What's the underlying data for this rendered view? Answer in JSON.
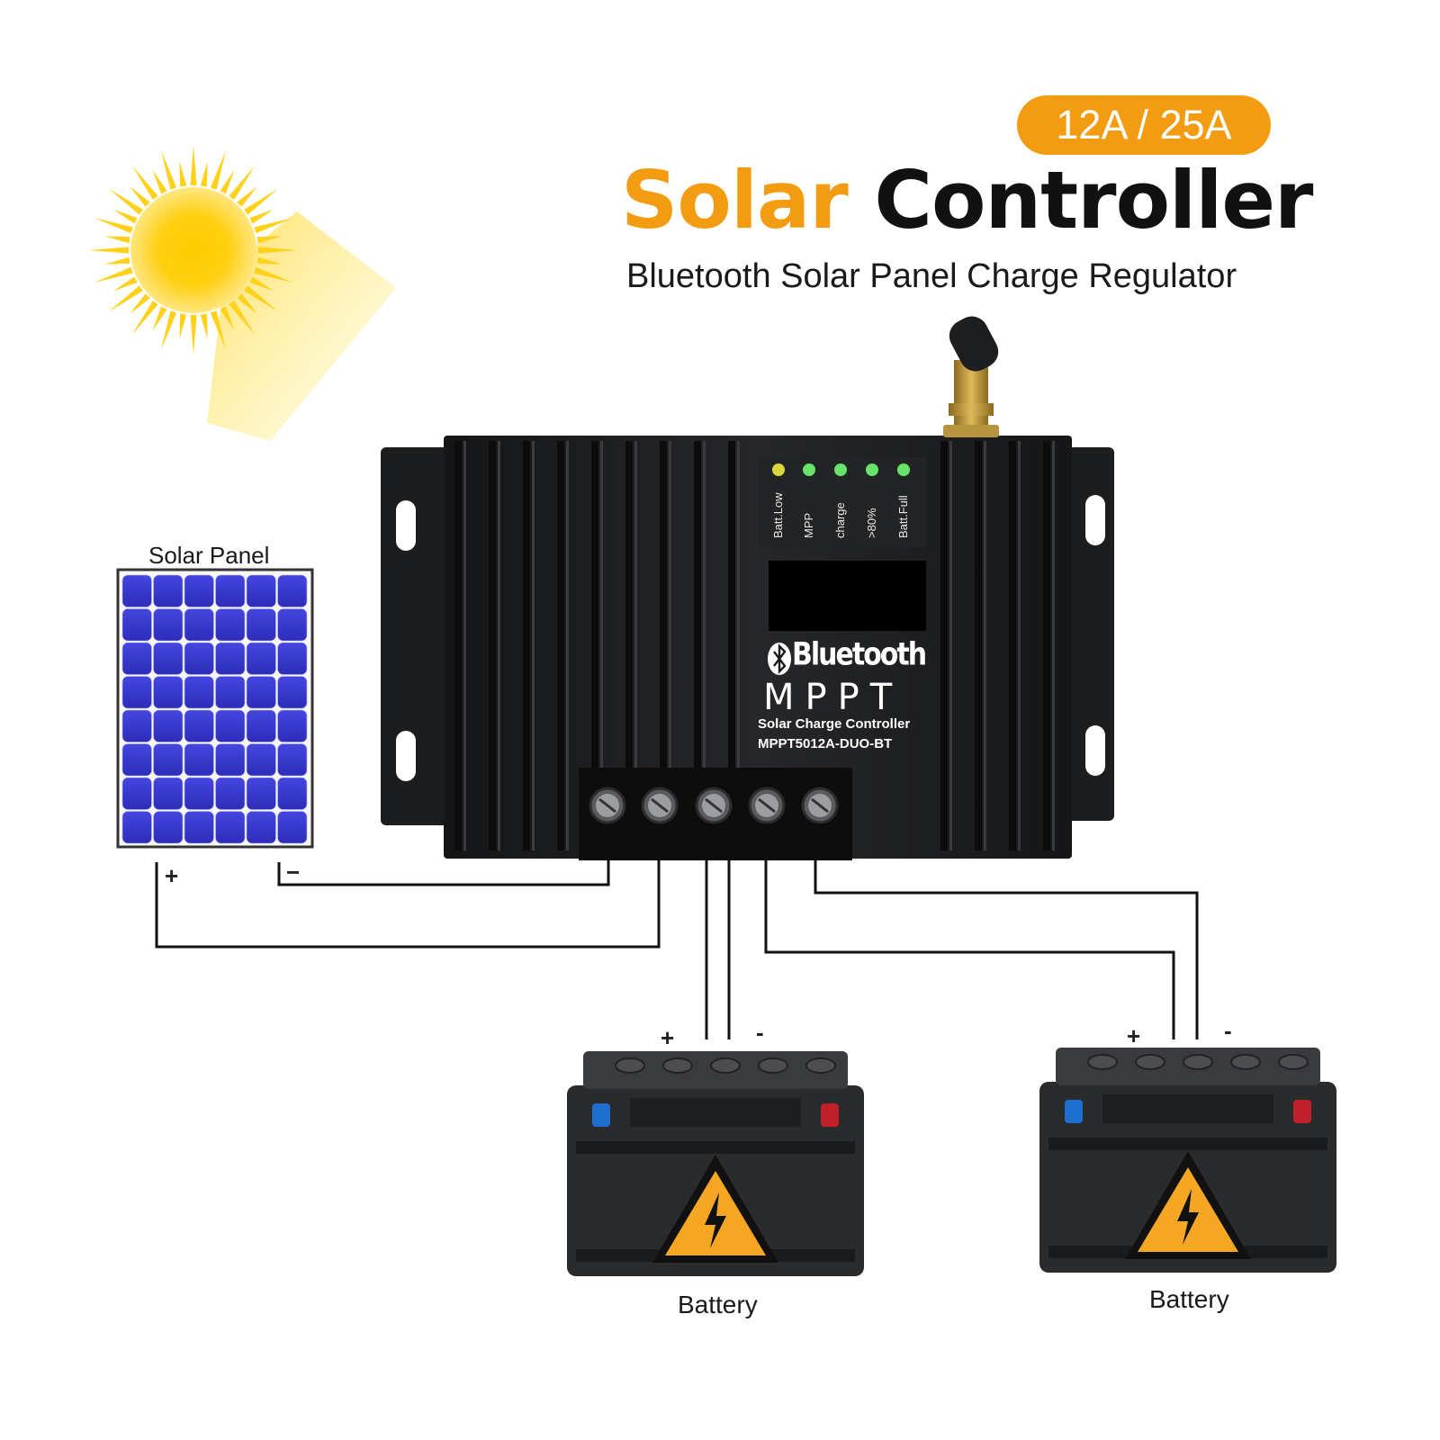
{
  "header": {
    "badge": "12A / 25A",
    "title_accent": "Solar",
    "title_main": "Controller",
    "subtitle": "Bluetooth Solar Panel Charge Regulator"
  },
  "colors": {
    "accent_orange": "#f39c12",
    "title_dark": "#111111",
    "controller_body": "#1b1c1e",
    "panel_cell_blue": "#3a3bd0",
    "led_green": "#67e36b",
    "led_yellow": "#d9d63b",
    "battery_body": "#2a2b2d",
    "warning_yellow": "#f5a623"
  },
  "solar_panel": {
    "label": "Solar Panel",
    "plus": "+",
    "minus": "−"
  },
  "controller": {
    "leds": [
      "Batt.Low",
      "MPP",
      "charge",
      ">80%",
      "Batt.Full"
    ],
    "brand": "Bluetooth",
    "type": "MPPT",
    "description": "Solar Charge Controller",
    "model": "MPPT5012A-DUO-BT",
    "terminal_count": 5
  },
  "batteries": [
    {
      "label": "Battery",
      "plus": "+",
      "minus": "-"
    },
    {
      "label": "Battery",
      "plus": "+",
      "minus": "-"
    }
  ]
}
